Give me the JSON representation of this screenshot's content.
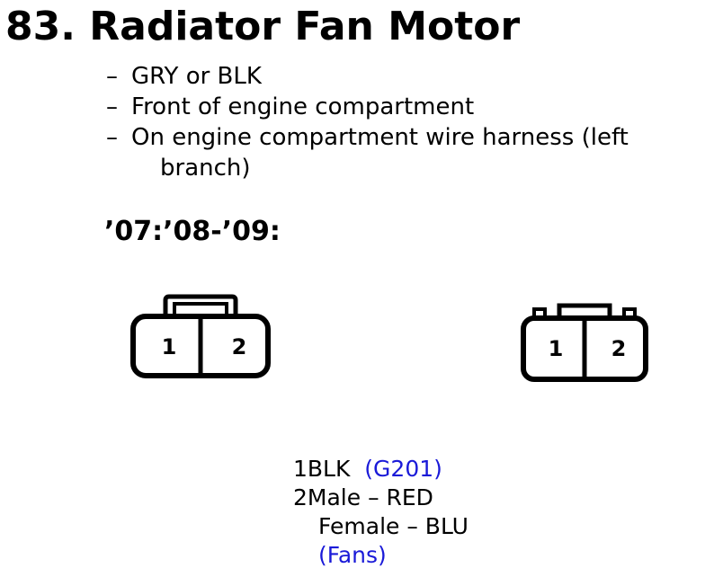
{
  "header": {
    "title": "83. Radiator Fan Motor"
  },
  "details": {
    "bullets": [
      {
        "dash": "–",
        "text": "GRY or BLK"
      },
      {
        "dash": "–",
        "text": "Front of engine compartment"
      },
      {
        "dash": "–",
        "text": "On engine compartment wire harness (left",
        "continuation": "branch)"
      }
    ]
  },
  "year_range": "’07:’08-’09:",
  "connectors": {
    "male": {
      "pins": [
        "1",
        "2"
      ]
    },
    "female": {
      "pins": [
        "1",
        "2"
      ]
    }
  },
  "pinout": {
    "pin1": {
      "label": "1BLK",
      "note": "(G201)"
    },
    "pin2": {
      "label": "2Male – RED",
      "female": "Female – BLU",
      "note": "(Fans)"
    }
  },
  "colors": {
    "text": "#000000",
    "note": "#1a1ad8",
    "background": "#ffffff"
  }
}
